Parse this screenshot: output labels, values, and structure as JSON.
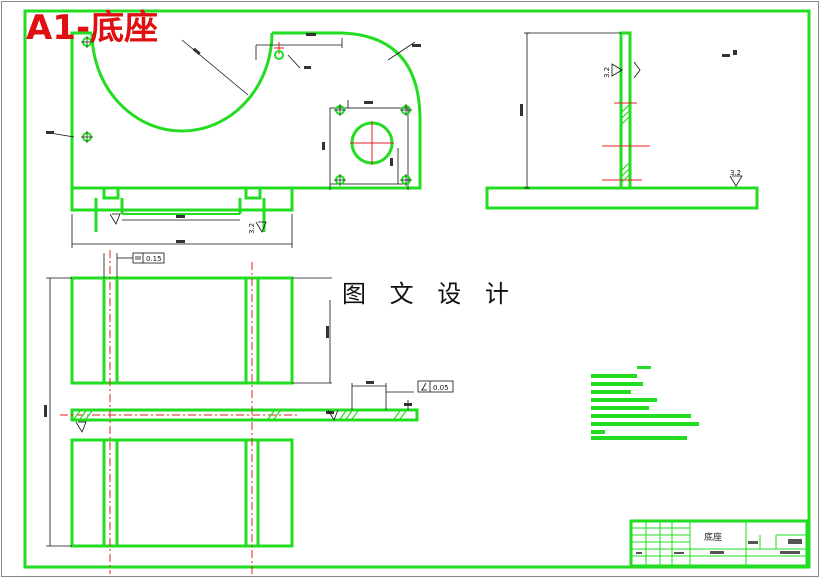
{
  "drawing": {
    "title": "A1-底座",
    "watermark": "图 文 设 计",
    "tolerances": {
      "flatness": "0.15",
      "perpendicularity": "0.05"
    },
    "roughness": [
      "3.2",
      "3.2",
      "3.2",
      "3.2"
    ],
    "title_block": {
      "part_name": "底座"
    }
  },
  "colors": {
    "outline": "#22dd22",
    "center_line": "#e02020",
    "dimension": "#111111",
    "title": "#e01010",
    "background": "#ffffff"
  }
}
